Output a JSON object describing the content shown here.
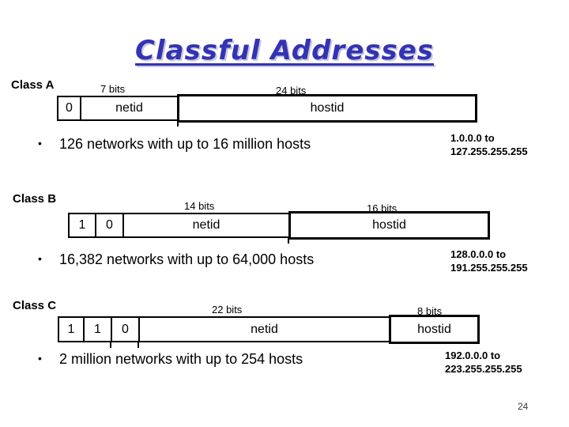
{
  "title": "Classful Addresses",
  "bullet_glyph": "•",
  "page_number": "24",
  "colors": {
    "title_blue": "#3333b3",
    "title_shadow": "#c7c7dd",
    "box_border": "#000000",
    "text": "#000000"
  },
  "sections": [
    {
      "label": "Class A",
      "bit_boxes": [
        "0"
      ],
      "netid_bits": "7 bits",
      "hostid_bits": "24 bits",
      "netid_label": "netid",
      "hostid_label": "hostid",
      "bullet": "126 networks with up to 16 million hosts",
      "range_line1": "1.0.0.0 to",
      "range_line2": "127.255.255.255"
    },
    {
      "label": "Class B",
      "bit_boxes": [
        "1",
        "0"
      ],
      "netid_bits": "14 bits",
      "hostid_bits": "16 bits",
      "netid_label": "netid",
      "hostid_label": "hostid",
      "bullet": "16,382 networks with up to 64,000 hosts",
      "range_line1": "128.0.0.0 to",
      "range_line2": "191.255.255.255"
    },
    {
      "label": "Class C",
      "bit_boxes": [
        "1",
        "1",
        "0"
      ],
      "netid_bits": "22 bits",
      "hostid_bits": "8 bits",
      "netid_label": "netid",
      "hostid_label": "hostid",
      "bullet": "2 million networks with up to 254 hosts",
      "range_line1": "192.0.0.0 to",
      "range_line2": "223.255.255.255"
    }
  ]
}
